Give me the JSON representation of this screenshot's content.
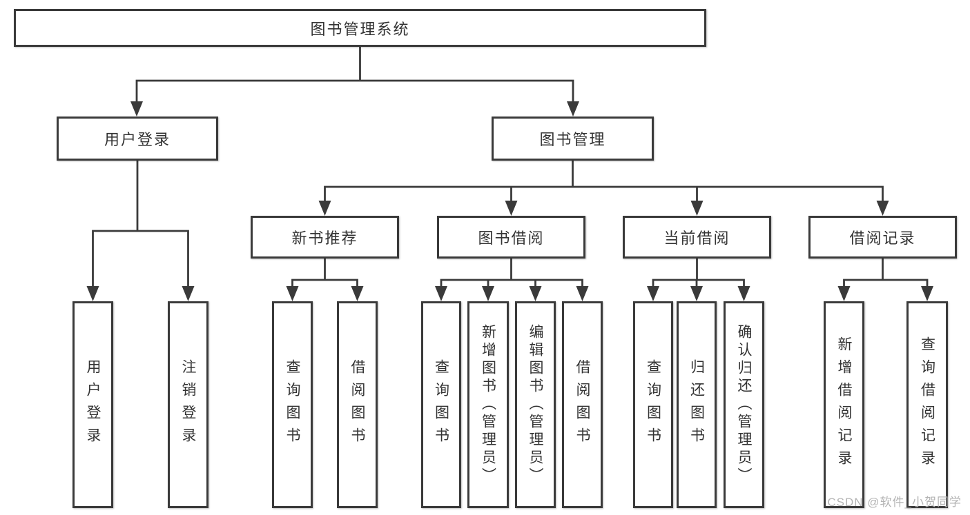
{
  "diagram_type": "hierarchy-diagram",
  "tree": {
    "root": {
      "label": "图书管理系统"
    },
    "branches": [
      {
        "label": "用户登录",
        "leaves": [
          {
            "label": "用户登录"
          },
          {
            "label": "注销登录"
          }
        ]
      },
      {
        "label": "图书管理",
        "groups": [
          {
            "label": "新书推荐",
            "leaves": [
              {
                "label": "查询图书"
              },
              {
                "label": "借阅图书"
              }
            ]
          },
          {
            "label": "图书借阅",
            "leaves": [
              {
                "label": "查询图书"
              },
              {
                "label": "新增图书（管理员）"
              },
              {
                "label": "编辑图书（管理员）"
              },
              {
                "label": "借阅图书"
              }
            ]
          },
          {
            "label": "当前借阅",
            "leaves": [
              {
                "label": "查询图书"
              },
              {
                "label": "归还图书"
              },
              {
                "label": "确认归还（管理员）"
              }
            ]
          },
          {
            "label": "借阅记录",
            "leaves": [
              {
                "label": "新增借阅记录"
              },
              {
                "label": "查询借阅记录"
              }
            ]
          }
        ]
      }
    ]
  },
  "watermark": {
    "text": "CSDN @软件_小贺同学"
  },
  "colors": {
    "line": "#3a3a3a",
    "box_border": "#3a3a3a",
    "text": "#333333",
    "watermark": "#b3b3b3",
    "background": "#ffffff"
  }
}
